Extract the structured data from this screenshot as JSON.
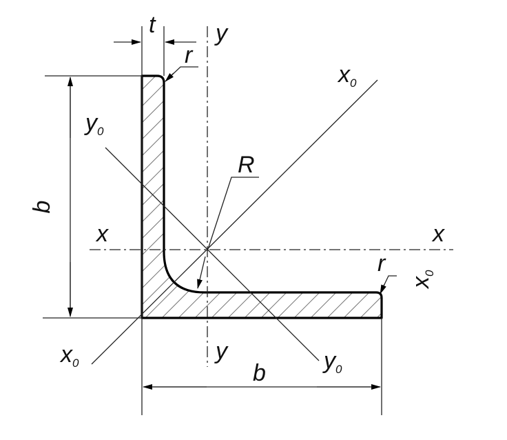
{
  "labels": {
    "t": "t",
    "r_top": "r",
    "r_right": "r",
    "R": "R",
    "b_vertical": "b",
    "b_horizontal": "b",
    "x_left": "x",
    "x_right": "x",
    "y_top": "y",
    "y_bottom": "y",
    "x0": "x",
    "y0": "y",
    "sub0": "0"
  },
  "colors": {
    "line": "#000000",
    "hatch": "#777777",
    "background": "#ffffff"
  }
}
